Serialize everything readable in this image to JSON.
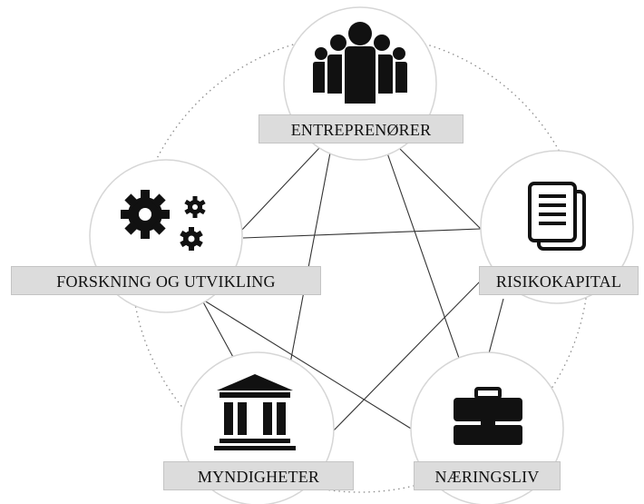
{
  "nodes": {
    "entreprenorer": {
      "label": "ENTREPRENØRER",
      "icon": "people-group-icon"
    },
    "forskning": {
      "label": "FORSKNING OG UTVIKLING",
      "icon": "gears-icon"
    },
    "risikokapital": {
      "label": "RISIKOKAPITAL",
      "icon": "documents-icon"
    },
    "myndigheter": {
      "label": "MYNDIGHETER",
      "icon": "government-building-icon"
    },
    "naeringsliv": {
      "label": "NÆRINGSLIV",
      "icon": "briefcase-icon"
    }
  },
  "connections": [
    [
      "entreprenorer",
      "forskning"
    ],
    [
      "entreprenorer",
      "risikokapital"
    ],
    [
      "entreprenorer",
      "myndigheter"
    ],
    [
      "entreprenorer",
      "naeringsliv"
    ],
    [
      "forskning",
      "risikokapital"
    ],
    [
      "forskning",
      "myndigheter"
    ],
    [
      "forskning",
      "naeringsliv"
    ],
    [
      "risikokapital",
      "myndigheter"
    ],
    [
      "risikokapital",
      "naeringsliv"
    ]
  ],
  "colors": {
    "icon": "#111111",
    "label_bg": "#dcdcdc",
    "circle_stroke": "#d6d6d6",
    "edge": "#333333"
  }
}
